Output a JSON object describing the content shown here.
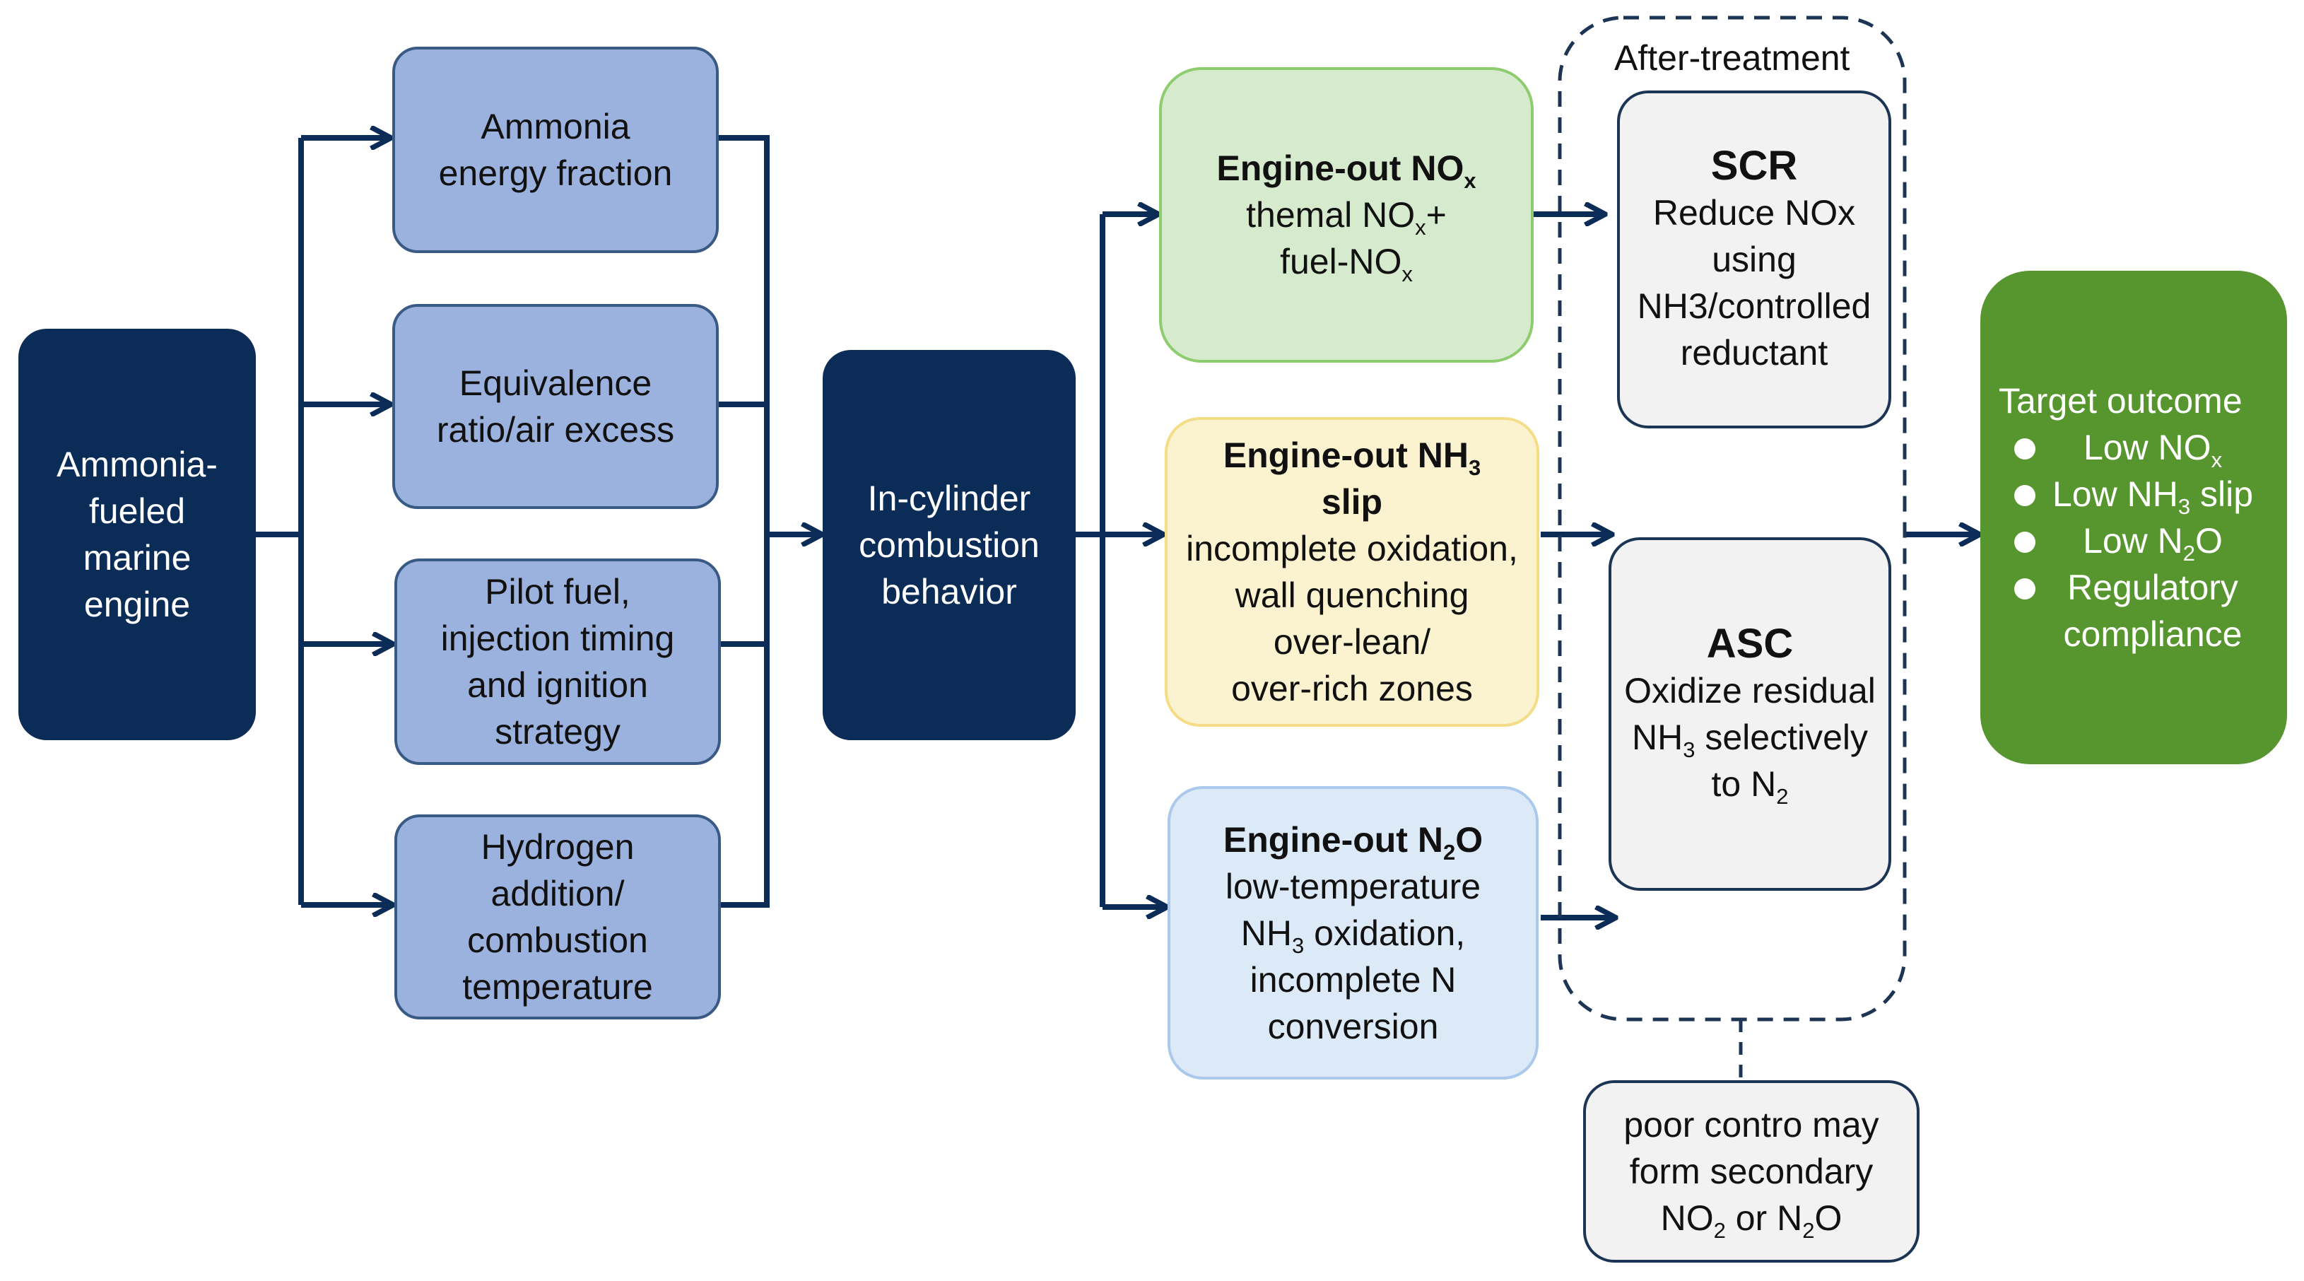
{
  "colors": {
    "navy": "#0c2c58",
    "factor_fill": "#9bb2de",
    "nox_fill": "#d6ebcd",
    "nh3_fill": "#fbf2cf",
    "n2o_fill": "#dce9f7",
    "aftertreatment_fill": "#f2f2f2",
    "target_fill": "#57952f",
    "arrow": "#0c2c58"
  },
  "engine": {
    "lines": [
      "Ammonia-",
      "fueled",
      "marine",
      "engine"
    ]
  },
  "factors": [
    {
      "lines": [
        "Ammonia",
        "energy fraction"
      ]
    },
    {
      "lines": [
        "Equivalence",
        "ratio/air excess"
      ]
    },
    {
      "lines": [
        "Pilot fuel,",
        "injection timing",
        "and ignition",
        "strategy"
      ]
    },
    {
      "lines": [
        "Hydrogen",
        "addition/",
        "combustion",
        "temperature"
      ]
    }
  ],
  "combustion": {
    "lines": [
      "In-cylinder",
      "combustion",
      "behavior"
    ]
  },
  "emissions": {
    "nox": {
      "title": "Engine-out NO",
      "title_sub": "x",
      "line1_a": "themal NO",
      "line1_sub": "x",
      "line1_b": "+",
      "line2_a": "fuel-NO",
      "line2_sub": "x"
    },
    "nh3": {
      "title": "Engine-out NH",
      "title_sub": "3",
      "title2": "slip",
      "lines": [
        "incomplete oxidation,",
        "wall quenching",
        "over-lean/",
        "over-rich zones"
      ]
    },
    "n2o": {
      "title": "Engine-out N",
      "title_sub": "2",
      "title_b": "O",
      "line1": "low-temperature",
      "line2_a": "NH",
      "line2_sub": "3",
      "line2_b": " oxidation,",
      "line3": "incomplete N",
      "line4": "conversion"
    }
  },
  "aftertreatment": {
    "label": "After-treatment",
    "scr": {
      "title": "SCR",
      "lines": [
        "Reduce NOx",
        "using",
        "NH3/controlled",
        "reductant"
      ]
    },
    "asc": {
      "title": "ASC",
      "line1": "Oxidize residual",
      "line2_a": "NH",
      "line2_sub": "3",
      "line2_b": " selectively",
      "line3_a": "to N",
      "line3_sub": "2"
    },
    "note": {
      "line1": "poor contro may",
      "line2": "form secondary",
      "line3_a": "NO",
      "line3_sub": "2",
      "line3_b": " or N",
      "line3_sub2": "2",
      "line3_c": "O"
    }
  },
  "target": {
    "title": "Target outcome",
    "items": [
      {
        "a": "Low NO",
        "sub": "x",
        "b": ""
      },
      {
        "a": "Low NH",
        "sub": "3",
        "b": " slip"
      },
      {
        "a": "Low N",
        "sub": "2",
        "b": "O"
      },
      {
        "a": "Regulatory",
        "sub": "",
        "b": ""
      },
      {
        "a": "compliance",
        "sub": "",
        "b": "",
        "continuation": true
      }
    ]
  }
}
